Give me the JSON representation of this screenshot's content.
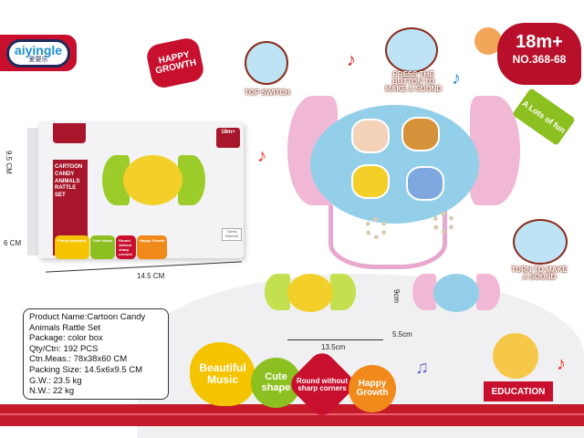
{
  "brand": {
    "name": "aiyingle",
    "chinese": "爱婴乐"
  },
  "badge_happy_growth": "HAPPY GROWTH",
  "box": {
    "title_lines": [
      "CARTOON",
      "CANDY",
      "ANIMALS",
      "RATTLE SET"
    ],
    "age_badge": "18m+",
    "safety": "Safety Material",
    "features": [
      "Funny gameplay",
      "Cute shape",
      "Round without sharp corners",
      "Happy Growth"
    ],
    "dim_height": "9.5 CM",
    "dim_depth": "6 CM",
    "dim_width": "14.5 CM"
  },
  "specs": [
    "Product Name:Cartoon Candy",
    "Animals Rattle Set",
    "Package: color box",
    "Qty/Ctn: 192 PCS",
    "Ctn.Meas.: 78x38x60 CM",
    "Packing Size: 14.5x6x9.5 CM",
    "G.W.: 23.5 kg",
    "N.W.: 22 kg"
  ],
  "age": {
    "label": "18m+",
    "model": "NO.368-68"
  },
  "callouts": {
    "top_switch": "TOP SWITCH",
    "press": "PRESS THE BUTTON TO MAKE A SOUND",
    "turn": "TURN TO MAKE A SOUND",
    "fun": "A Lots of fun"
  },
  "product_dims": {
    "height": "9cm",
    "width": "13.5cm",
    "depth": "5.5cm"
  },
  "features": [
    "Beautiful Music",
    "Cute shape",
    "Round without sharp corners",
    "Happy Growth"
  ],
  "education": "EDUCATION",
  "colors": {
    "red": "#c8102e",
    "yellow": "#f5c400",
    "green": "#8cc021",
    "orange": "#f08a1a",
    "blue": "#93cfe9",
    "pink": "#f1b8d6"
  }
}
